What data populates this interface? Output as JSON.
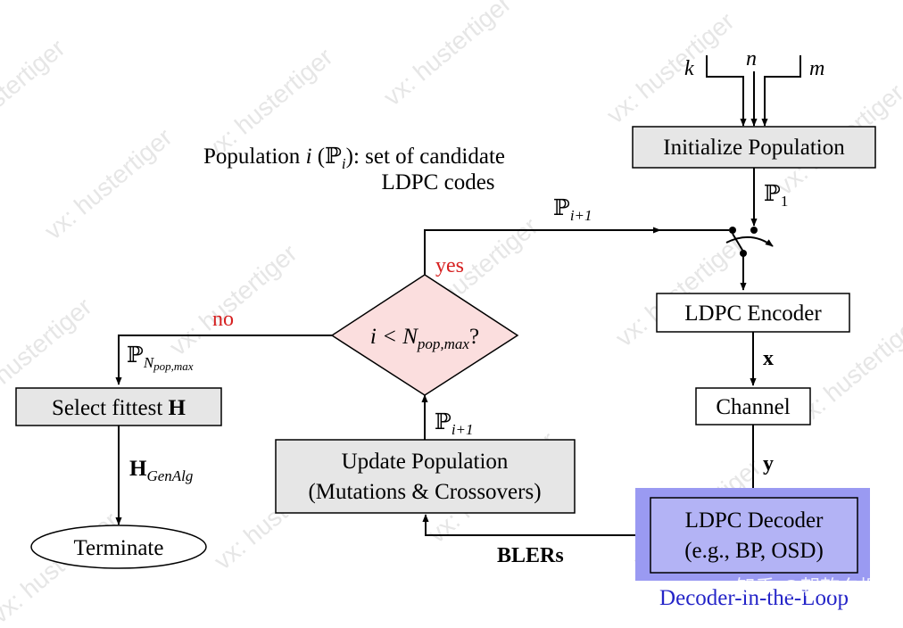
{
  "diagram": {
    "inputs": {
      "k": "k",
      "n": "n",
      "m": "m"
    },
    "nodes": {
      "initialize_population": "Initialize Population",
      "ldpc_encoder": "LDPC Encoder",
      "channel": "Channel",
      "decoder_line1": "LDPC Decoder",
      "decoder_line2": "(e.g., BP, OSD)",
      "decoder_in_loop_caption": "Decoder-in-the-Loop",
      "update_line1": "Update Population",
      "update_line2": "(Mutations & Crossovers)",
      "decision_prefix": "i < N",
      "decision_sub": "pop,max",
      "decision_suffix": "?",
      "select_prefix": "Select fittest ",
      "select_bold": "H",
      "terminate": "Terminate"
    },
    "edge_labels": {
      "p1_base": "ℙ",
      "p1_sub": "1",
      "pi1_base": "ℙ",
      "pi1_sub": "i+1",
      "pnpop_base": "ℙ",
      "pnpop_sub": "N",
      "pnpop_subsub": "pop,max",
      "x": "x",
      "y": "y",
      "blers": "BLERs",
      "hgen_base": "H",
      "hgen_sub": "GenAlg",
      "yes": "yes",
      "no": "no"
    },
    "annotation": {
      "line1_prefix": "Population ",
      "line1_i": "i",
      "line1_paren_open": " (ℙ",
      "line1_sub": "i",
      "line1_rest": "): set of candidate",
      "line2": "LDPC codes"
    },
    "watermark": {
      "repeat_text": "vx: hustertiger",
      "credit": "知乎 @朝乾夕惕"
    },
    "colors": {
      "box_fill": "#e6e6e6",
      "decision_fill": "#fbdede",
      "decoder_highlight": "#9a9af2",
      "decoder_box_fill": "#b3b3f5",
      "caption_blue": "#2424c8",
      "yes_no_red": "#d62020"
    }
  }
}
